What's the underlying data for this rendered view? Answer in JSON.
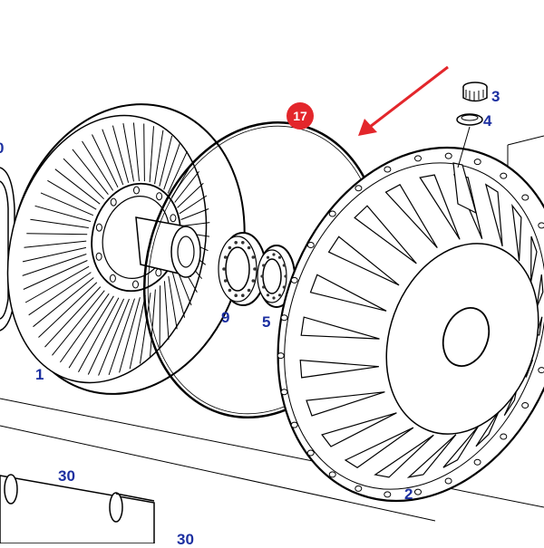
{
  "callouts": {
    "highlighted": "17",
    "part_1": "1",
    "part_2": "2",
    "part_3": "3",
    "part_4": "4",
    "part_5": "5",
    "part_9": "9",
    "part_30": "30",
    "part_cut_left": "0",
    "part_cut_bottom": "30"
  },
  "colors": {
    "line": "#000000",
    "callout_text": "#1c2fa0",
    "highlight": "#e3262b",
    "background": "#ffffff"
  }
}
